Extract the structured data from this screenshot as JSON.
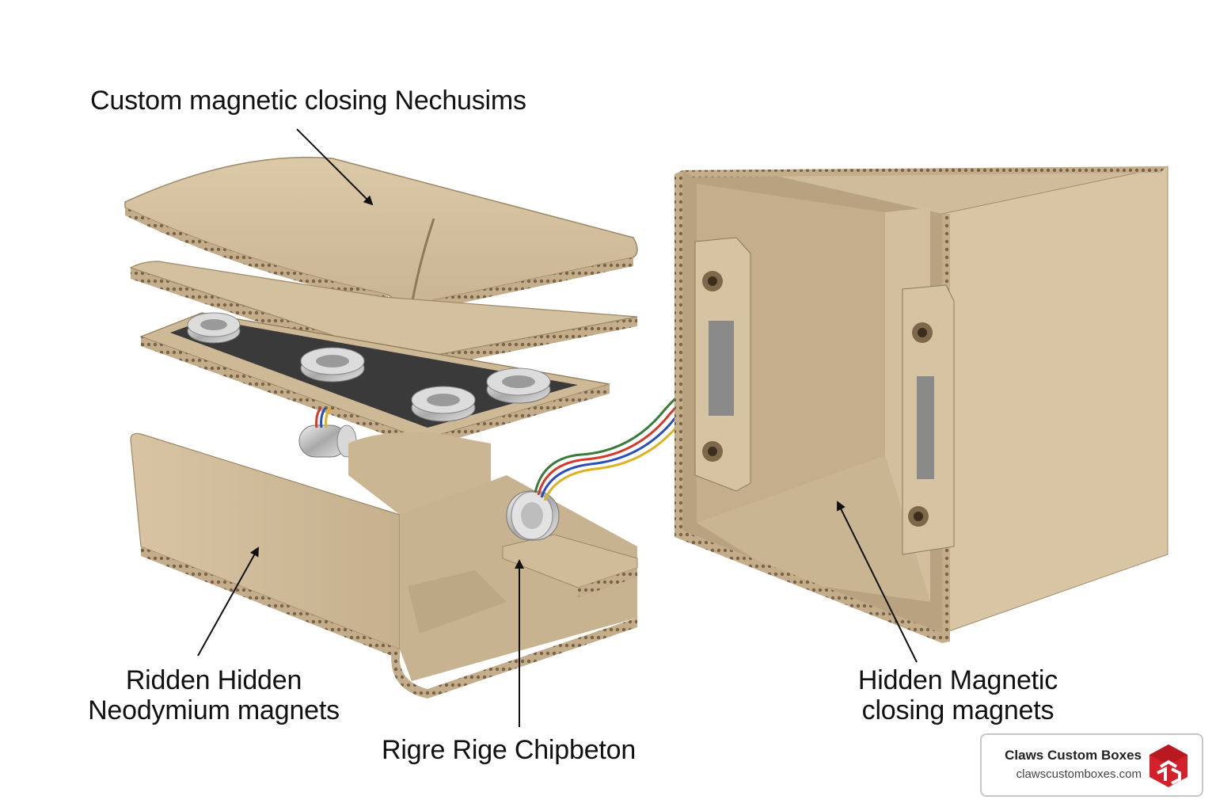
{
  "labels": {
    "top": "Custom magnetic closing Nechusims",
    "left_line1": "Ridden Hidden",
    "left_line2": "Neodymium magnets",
    "bottom": "Rigre Rige Chipbeton",
    "right_line1": "Hidden Magnetic",
    "right_line2": "closing magnets"
  },
  "brand": {
    "name": "Claws Custom Boxes",
    "url": "clawscustomboxes.com"
  },
  "colors": {
    "cardboard": "#d2bf9f",
    "cardboard_dark": "#b9a382",
    "cardboard_shadow": "#a58f6e",
    "magnet_plate": "#3a3a3a",
    "magnet_metal": "#c9c9c9",
    "wire_red": "#d23a2a",
    "wire_blue": "#2a4fb8",
    "wire_yellow": "#e0b020",
    "logo_red": "#d4202a"
  }
}
